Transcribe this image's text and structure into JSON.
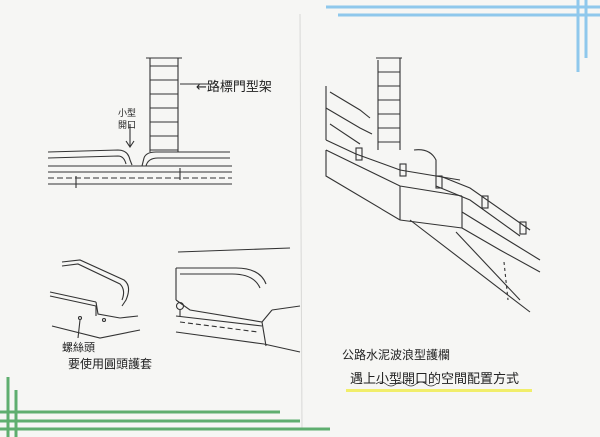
{
  "labels": {
    "gantry": "←路標門型架",
    "small_opening_line1": "小型",
    "small_opening_line2": "開口",
    "bolt_head": "螺絲頭",
    "bolt_note": "要使用圓頭護套",
    "caption_line1": "公路水泥波浪型護欄",
    "caption_line2": "遇上小型開口的空間配置方式"
  },
  "colors": {
    "frame_blue": "#8fc8ec",
    "frame_green": "#5fae6f",
    "highlight_yellow": "#f1ee6a",
    "ink": "#222222",
    "paper": "#f6f6f4"
  }
}
